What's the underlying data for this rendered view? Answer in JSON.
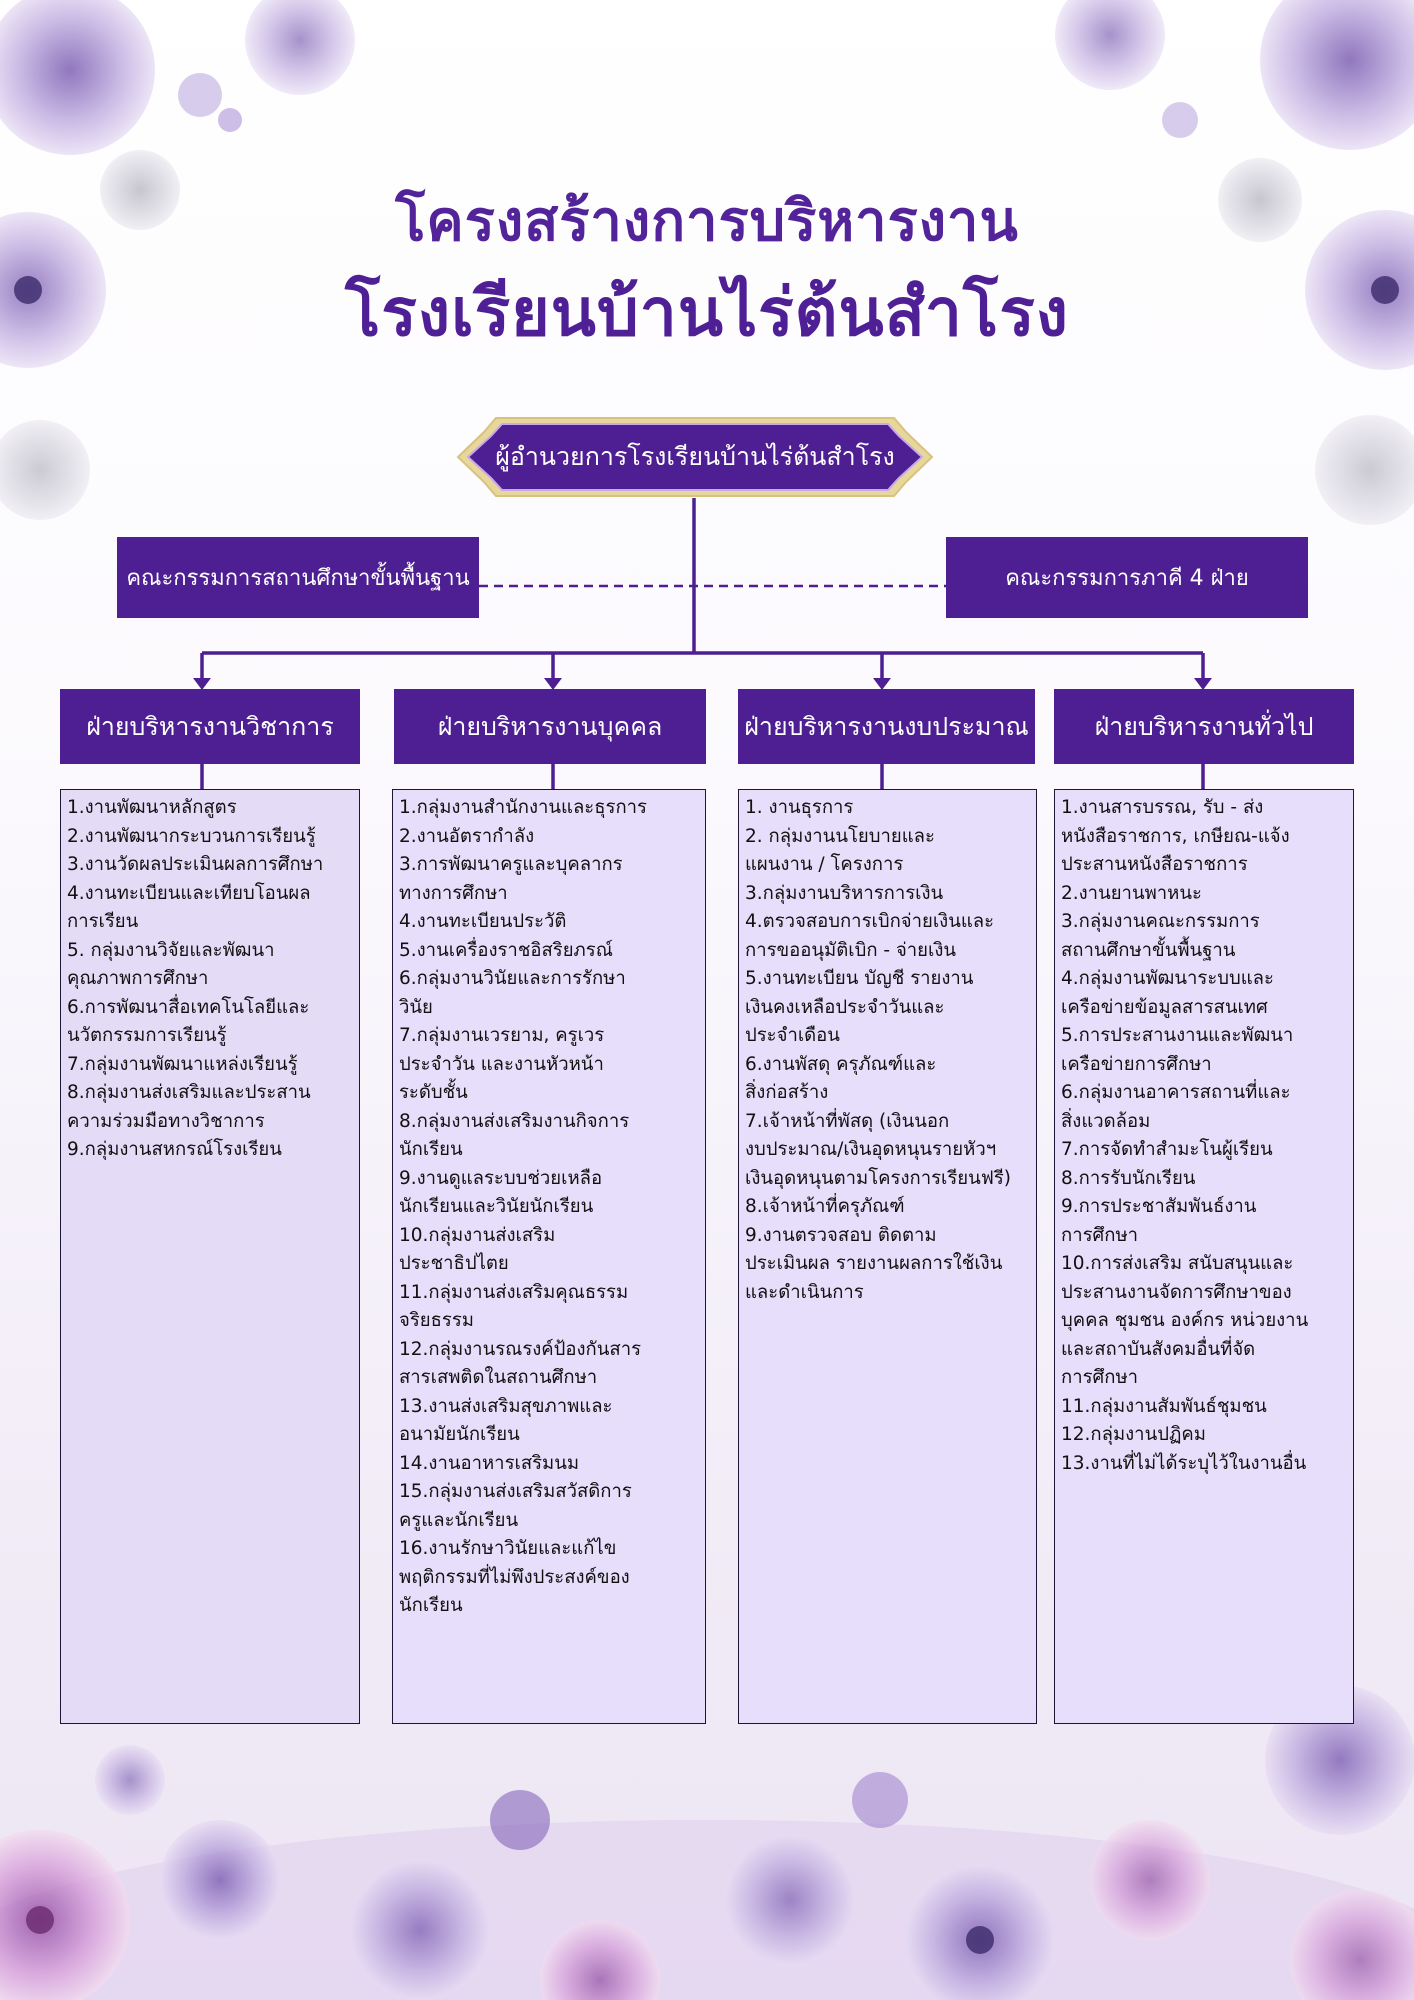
{
  "title": {
    "line1": "โครงสร้างการบริหารงาน",
    "line2": "โรงเรียนบ้านไร่ต้นสำโรง"
  },
  "director": {
    "label": "ผู้อำนวยการโรงเรียนบ้านไร่ต้นสำโรง"
  },
  "committees": {
    "left": "คณะกรรมการสถานศึกษาขั้นพื้นฐาน",
    "right": "คณะกรรมการภาคี 4 ฝ่าย"
  },
  "colors": {
    "primary": "#4d1f92",
    "title": "#53239a",
    "box_fill": "#e6defa",
    "director_border": "#e8d79a"
  },
  "departments": [
    {
      "name": "ฝ่ายบริหารงานวิชาการ",
      "items": [
        "1.งานพัฒนาหลักสูตร",
        "2.งานพัฒนากระบวนการเรียนรู้",
        "3.งานวัดผลประเมินผลการศึกษา",
        "4.งานทะเบียนและเทียบโอนผล\nการเรียน",
        "5. กลุ่มงานวิจัยและพัฒนา\nคุณภาพการศึกษา",
        "6.การพัฒนาสื่อเทคโนโลยีและ\nนวัตกรรมการเรียนรู้",
        "7.กลุ่มงานพัฒนาแหล่งเรียนรู้",
        "8.กลุ่มงานส่งเสริมและประสาน\nความร่วมมือทางวิชาการ",
        "9.กลุ่มงานสหกรณ์โรงเรียน"
      ]
    },
    {
      "name": "ฝ่ายบริหารงานบุคคล",
      "items": [
        "1.กลุ่มงานสำนักงานและธุรการ",
        "2.งานอัตรากำลัง",
        "3.การพัฒนาครูและบุคลากร\nทางการศึกษา",
        "4.งานทะเบียนประวัติ",
        "5.งานเครื่องราชอิสริยภรณ์",
        "6.กลุ่มงานวินัยและการรักษา\nวินัย",
        "7.กลุ่มงานเวรยาม, ครูเวร\nประจำวัน และงานหัวหน้า\nระดับชั้น",
        "8.กลุ่มงานส่งเสริมงานกิจการ\nนักเรียน",
        "9.งานดูแลระบบช่วยเหลือ\nนักเรียนและวินัยนักเรียน",
        "10.กลุ่มงานส่งเสริม\nประชาธิปไตย",
        "11.กลุ่มงานส่งเสริมคุณธรรม\nจริยธรรม",
        "12.กลุ่มงานรณรงค์ป้องกันสาร\nสารเสพติดในสถานศึกษา",
        "13.งานส่งเสริมสุขภาพและ\nอนามัยนักเรียน",
        "14.งานอาหารเสริมนม",
        "15.กลุ่มงานส่งเสริมสวัสดิการ\nครูและนักเรียน",
        "16.งานรักษาวินัยและแก้ไข\nพฤติกรรมที่ไม่พึงประสงค์ของ\nนักเรียน"
      ]
    },
    {
      "name": "ฝ่ายบริหารงานงบประมาณ",
      "items": [
        "1. งานธุรการ",
        "2. กลุ่มงานนโยบายและ\nแผนงาน / โครงการ",
        "3.กลุ่มงานบริหารการเงิน",
        "4.ตรวจสอบการเบิกจ่ายเงินและ\nการขออนุมัติเบิก - จ่ายเงิน",
        "5.งานทะเบียน บัญชี รายงาน\nเงินคงเหลือประจำวันและ\nประจำเดือน",
        "6.งานพัสดุ ครุภัณฑ์และ\nสิ่งก่อสร้าง",
        "7.เจ้าหน้าที่พัสดุ (เงินนอก\nงบประมาณ/เงินอุดหนุนรายหัวฯ\nเงินอุดหนุนตามโครงการเรียนฟรี)",
        "8.เจ้าหน้าที่ครุภัณฑ์",
        "9.งานตรวจสอบ ติดตาม\nประเมินผล รายงานผลการใช้เงิน\nและดำเนินการ"
      ]
    },
    {
      "name": "ฝ่ายบริหารงานทั่วไป",
      "items": [
        "1.งานสารบรรณ, รับ - ส่ง\nหนังสือราชการ, เกษียณ-แจ้ง\nประสานหนังสือราชการ",
        "2.งานยานพาหนะ",
        "3.กลุ่มงานคณะกรรมการ\nสถานศึกษาขั้นพื้นฐาน",
        "4.กลุ่มงานพัฒนาระบบและ\nเครือข่ายข้อมูลสารสนเทศ",
        "5.การประสานงานและพัฒนา\nเครือข่ายการศึกษา",
        "6.กลุ่มงานอาคารสถานที่และ\nสิ่งแวดล้อม",
        "7.การจัดทำสำมะโนผู้เรียน",
        "8.การรับนักเรียน",
        "9.การประชาสัมพันธ์งาน\nการศึกษา",
        "10.การส่งเสริม สนับสนุนและ\nประสานงานจัดการศึกษาของ\nบุคคล ชุมชน องค์กร หน่วยงาน\nและสถาบันสังคมอื่นที่จัด\nการศึกษา",
        "11.กลุ่มงานสัมพันธ์ชุมชน",
        "12.กลุ่มงานปฏิคม",
        "13.งานที่ไม่ได้ระบุไว้ในงานอื่น"
      ]
    }
  ]
}
